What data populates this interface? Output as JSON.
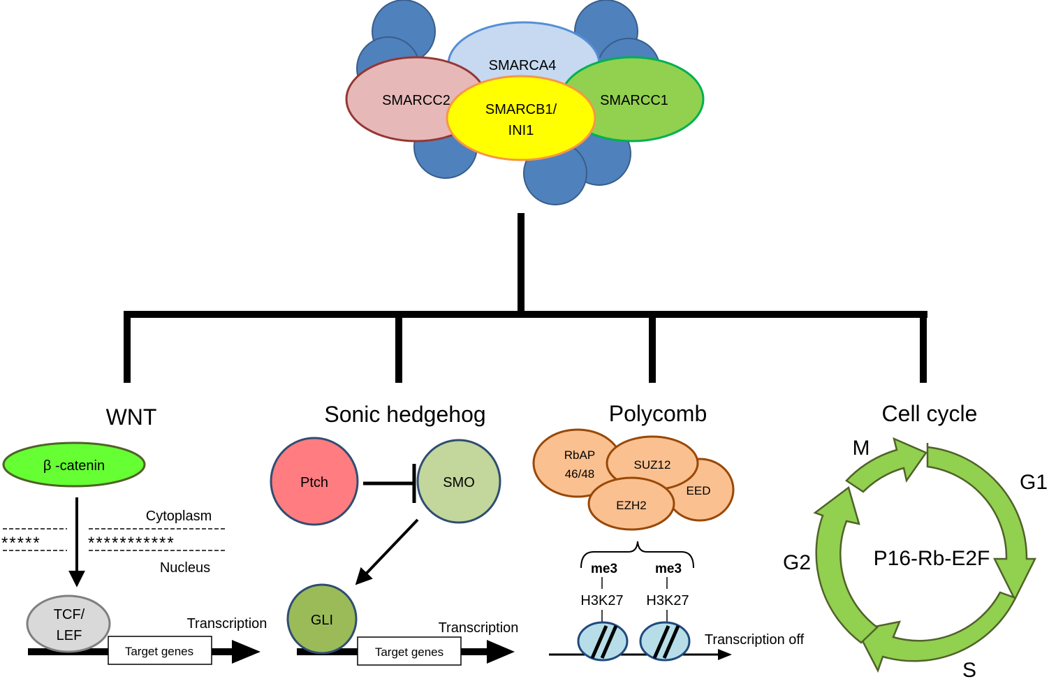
{
  "complex": {
    "smarca4": "SMARCA4",
    "smarcc2": "SMARCC2",
    "smarcc1": "SMARCC1",
    "smarcb1_line1": "SMARCB1/",
    "smarcb1_line2": "INI1"
  },
  "pathways": {
    "wnt": {
      "title": "WNT",
      "beta_catenin": "β -catenin",
      "cytoplasm": "Cytoplasm",
      "nucleus": "Nucleus",
      "stars_left": "*****",
      "stars_right": "***********",
      "tcf_line1": "TCF/",
      "tcf_line2": "LEF",
      "target_genes": "Target genes",
      "transcription": "Transcription"
    },
    "shh": {
      "title": "Sonic hedgehog",
      "ptch": "Ptch",
      "smo": "SMO",
      "gli": "GLI",
      "target_genes": "Target genes",
      "transcription": "Transcription"
    },
    "polycomb": {
      "title": "Polycomb",
      "rbap_line1": "RbAP",
      "rbap_line2": "46/48",
      "suz12": "SUZ12",
      "eed": "EED",
      "ezh2": "EZH2",
      "me3_a": "me3",
      "me3_b": "me3",
      "h3k27_a": "H3K27",
      "h3k27_b": "H3K27",
      "transcription_off": "Transcription off"
    },
    "cell_cycle": {
      "title": "Cell cycle",
      "m": "M",
      "g1": "G1",
      "s": "S",
      "g2": "G2",
      "center": "P16-Rb-E2F"
    }
  },
  "colors": {
    "subunit_blue": "#4f81bd",
    "smarca4_fill": "#c6d9f1",
    "smarcc2_fill": "#e6b9b8",
    "smarcc1_fill": "#92d050",
    "smarcb1_fill": "#ffff00",
    "beta_catenin_fill": "#66ff33",
    "ptch_fill": "#ff7c80",
    "smo_fill": "#c3d69b",
    "gli_fill": "#9bbb59",
    "prc2_fill": "#fac090",
    "nucleosome_fill": "#b7dee8",
    "cycle_arrow": "#92d050"
  }
}
